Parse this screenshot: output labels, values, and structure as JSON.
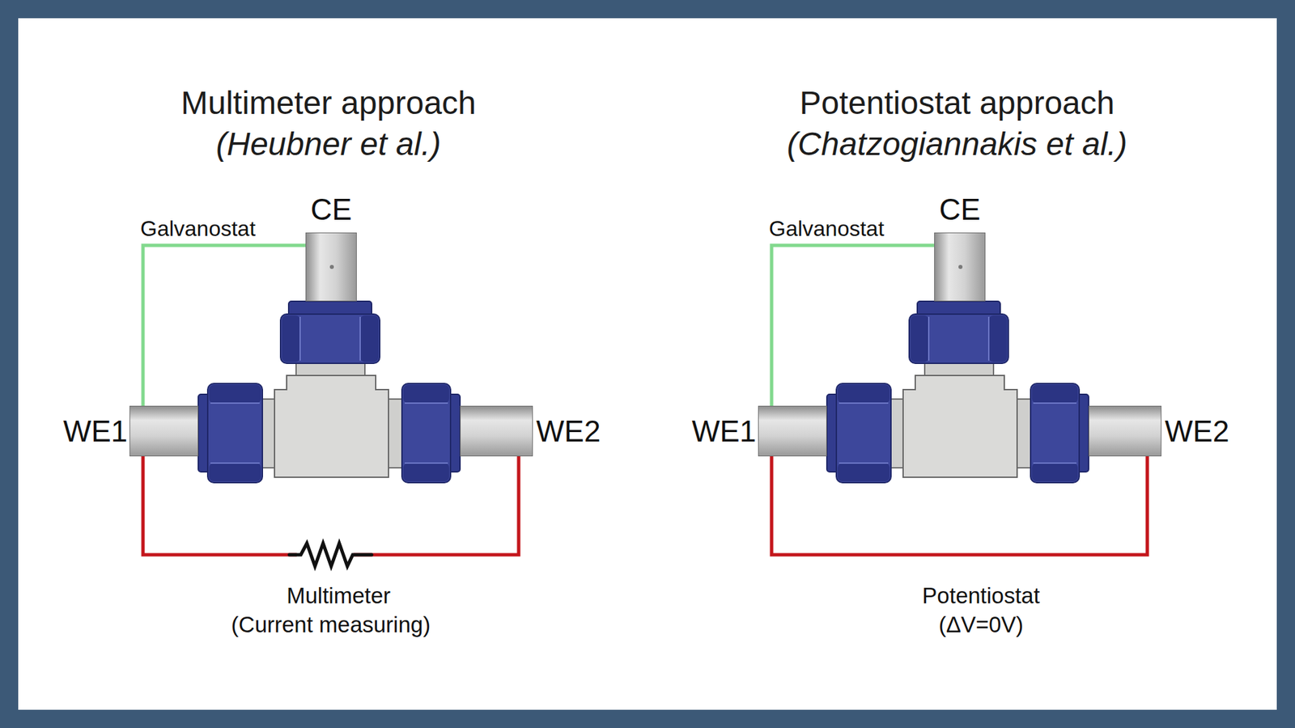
{
  "diagram": {
    "nodes": [
      {
        "text": [
          "CE"
        ]
      },
      {
        "text": [
          "WE1"
        ]
      },
      {
        "text": [
          "WE2"
        ]
      },
      {
        "text": [
          "CE"
        ]
      },
      {
        "text": [
          "WE1"
        ]
      },
      {
        "text": [
          "WE2"
        ]
      }
    ],
    "edges": [
      {
        "from": 1,
        "to": 0,
        "label": "Galvanostat",
        "arrow": "none"
      },
      {
        "from": 1,
        "to": 2,
        "label": "Multimeter (Current measuring)",
        "arrow": "none"
      },
      {
        "from": 4,
        "to": 3,
        "label": "Galvanostat",
        "arrow": "none"
      },
      {
        "from": 4,
        "to": 5,
        "label": "Potentiostat (ΔV=0V)",
        "arrow": "none"
      }
    ],
    "labels": [
      "Multimeter approach",
      "(Heubner et al.)",
      "Potentiostat approach",
      "(Chatzogiannakis et al.)"
    ]
  }
}
